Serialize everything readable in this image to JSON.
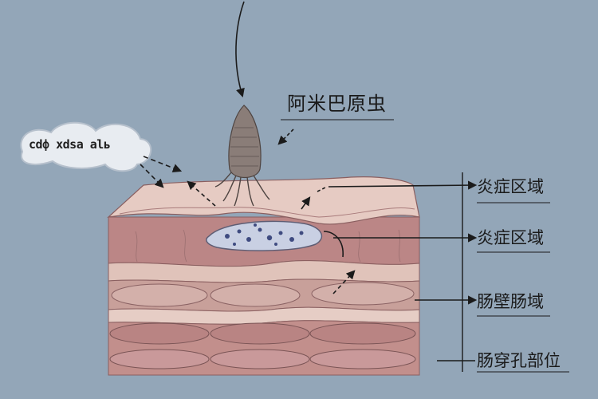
{
  "labels": {
    "organism": "阿米巴原虫",
    "inflammation_top": "炎症区域",
    "inflammation_mid": "炎症区域",
    "intestinal_wall": "肠壁肠域",
    "perforation_site": "肠穿孔部位",
    "cloud_text": "cdф хdsа аlь"
  },
  "colors": {
    "background": "#93a6b8",
    "tissue_top": "#e3c4bd",
    "tissue_layer_dark": "#b9878a",
    "tissue_layer_light": "#d9b8b0",
    "lesion": "#c8cfe2",
    "organism": "#8a7d78"
  }
}
